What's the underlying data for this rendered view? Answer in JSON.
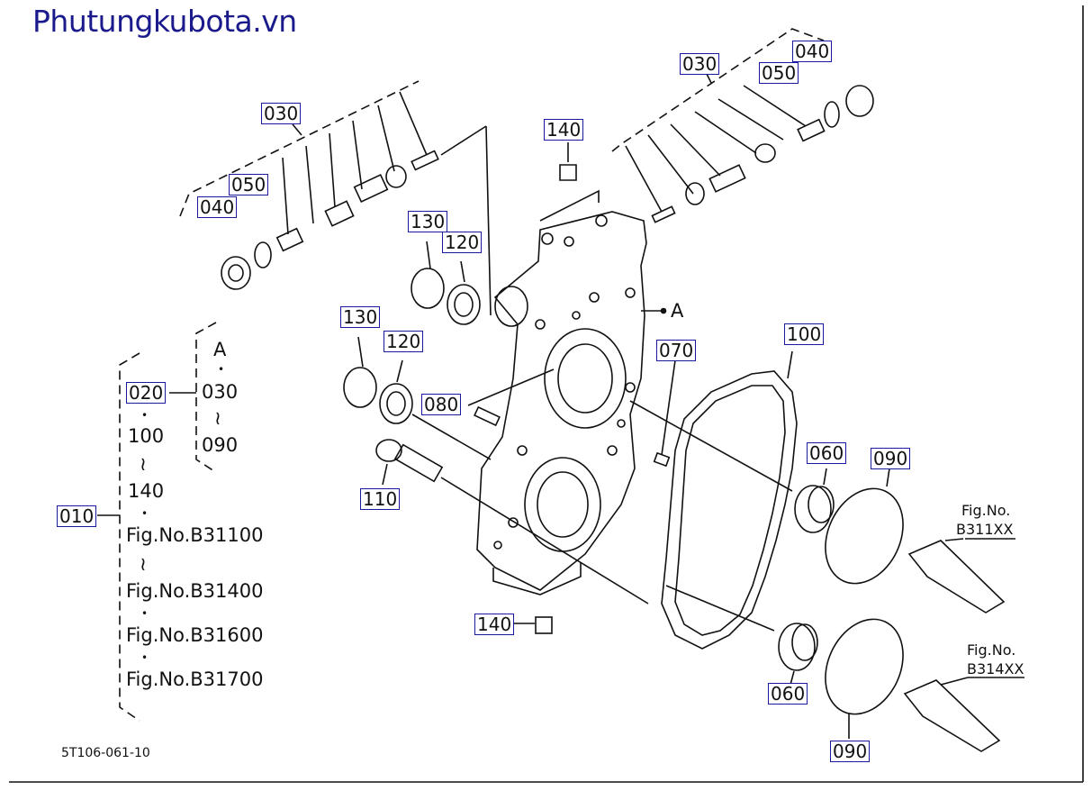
{
  "watermark": "Phutungkubota.vn",
  "drawing_code": "5T106-061-10",
  "callouts": {
    "c030_left": "030",
    "c050_left": "050",
    "c040_left": "040",
    "c030_right": "030",
    "c050_right": "050",
    "c040_right": "040",
    "c140_top": "140",
    "c130_a": "130",
    "c120_a": "120",
    "c130_b": "130",
    "c120_b": "120",
    "c080": "080",
    "c070": "070",
    "c110": "110",
    "c100": "100",
    "c060_a": "060",
    "c090_a": "090",
    "c140_bottom": "140",
    "c060_b": "060",
    "c090_b": "090",
    "c020": "020",
    "c010": "010",
    "pointA": "A"
  },
  "tree": {
    "a": "A",
    "dot1": "•",
    "v030": "030",
    "tilde1": "≀",
    "v090": "090",
    "dot2": "•",
    "v100": "100",
    "tilde2": "≀",
    "v140": "140",
    "dot3": "•",
    "f1": "Fig.No.B31100",
    "tilde3": "≀",
    "f2": "Fig.No.B31400",
    "dot4": "•",
    "f3": "Fig.No.B31600",
    "dot5": "•",
    "f4": "Fig.No.B31700"
  },
  "figrefs": {
    "r1a": "Fig.No.",
    "r1b": "B311XX",
    "r2a": "Fig.No.",
    "r2b": "B314XX"
  }
}
